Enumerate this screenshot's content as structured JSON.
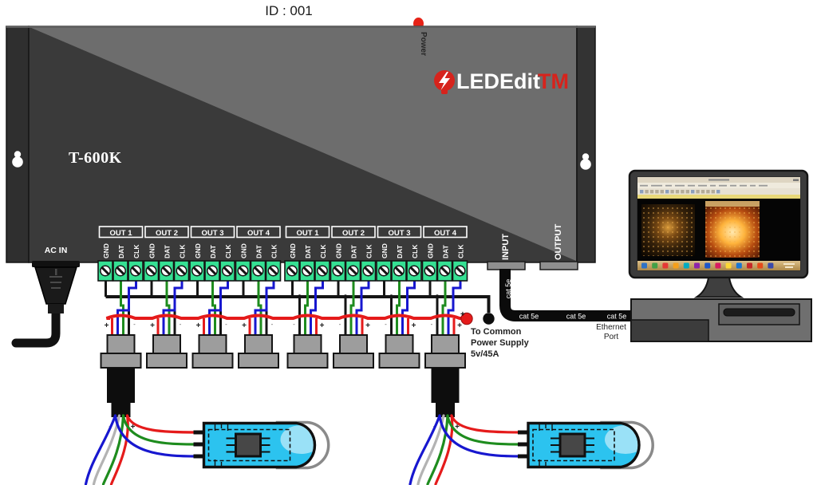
{
  "header": {
    "id_label": "ID : 001"
  },
  "controller": {
    "model": "T-600K",
    "logo": {
      "text": "LEDEdit",
      "tm": "TM",
      "icon": "led-bulb-lightning-icon",
      "text_color": "#ffffff",
      "tm_color": "#d6231c"
    },
    "power_label": "Power",
    "power_led_color": "#e62217",
    "ac_in_label": "AC IN",
    "input_label": "INPUT",
    "output_label": "OUTPUT",
    "terminal_color": "#35e093",
    "banks": [
      {
        "outputs": [
          {
            "label": "OUT 1",
            "pins": [
              "GND",
              "DAT",
              "CLK"
            ]
          },
          {
            "label": "OUT 2",
            "pins": [
              "GND",
              "DAT",
              "CLK"
            ]
          },
          {
            "label": "OUT 3",
            "pins": [
              "GND",
              "DAT",
              "CLK"
            ]
          },
          {
            "label": "OUT 4",
            "pins": [
              "GND",
              "DAT",
              "CLK"
            ]
          }
        ]
      },
      {
        "outputs": [
          {
            "label": "OUT 1",
            "pins": [
              "GND",
              "DAT",
              "CLK"
            ]
          },
          {
            "label": "OUT 2",
            "pins": [
              "GND",
              "DAT",
              "CLK"
            ]
          },
          {
            "label": "OUT 3",
            "pins": [
              "GND",
              "DAT",
              "CLK"
            ]
          },
          {
            "label": "OUT 4",
            "pins": [
              "GND",
              "DAT",
              "CLK"
            ]
          }
        ]
      }
    ]
  },
  "wiring": {
    "pin_wire_colors": {
      "GND": "#141414",
      "DAT": "#1e8c1e",
      "CLK": "#1717cf",
      "VCC": "#e51b1b"
    },
    "power_bus_color": "#e51b1b",
    "ground_bus_color": "#141414",
    "polarity": {
      "plus": "+",
      "minus": "-"
    },
    "led_strip_wire_colors": [
      "#1717cf",
      "#b3b3b3",
      "#1e8c1e",
      "#e51b1b"
    ]
  },
  "power_supply": {
    "note_lines": [
      "To Common",
      "Power Supply",
      "5v/45A"
    ],
    "positive_terminal_color": "#e51b1b",
    "negative_terminal_color": "#0d0d0d"
  },
  "network": {
    "cat5e_label": "cat 5e",
    "ethernet_port_lines": [
      "Ethernet",
      "Port"
    ]
  },
  "computer": {
    "taskbar_icon_colors": [
      "#2f72c4",
      "#43a047",
      "#e53935",
      "#f59f1a",
      "#00acc1",
      "#8e24aa",
      "#1e56c8",
      "#d81b60",
      "#fdd835",
      "#1976d2",
      "#c62828",
      "#e64a19",
      "#3949ab"
    ]
  }
}
